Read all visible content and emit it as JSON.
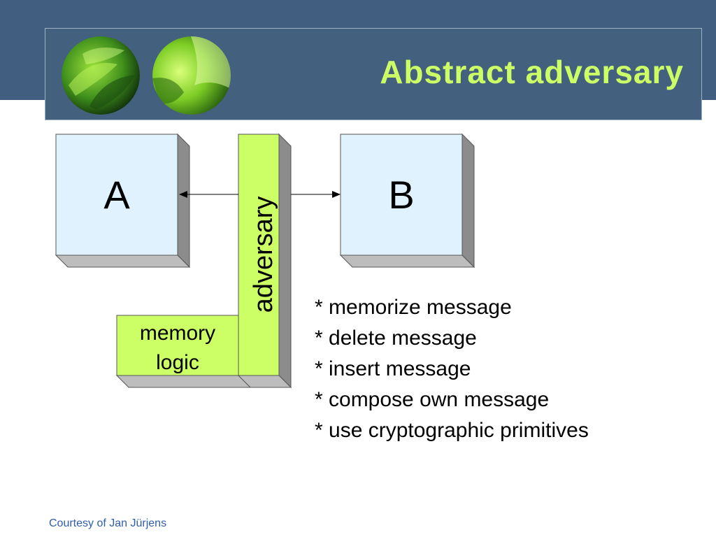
{
  "slide": {
    "title": "Abstract adversary"
  },
  "diagram": {
    "box_a": "A",
    "box_b": "B",
    "adversary": "adversary",
    "memory_line1": "memory",
    "memory_line2": "logic"
  },
  "capabilities": [
    "* memorize message",
    "* delete message",
    "* insert message",
    "* compose own message",
    "* use cryptographic primitives"
  ],
  "footer": {
    "credit": "Courtesy of Jan Jürjens"
  },
  "colors": {
    "header_bg": "#415d80",
    "title": "#ccff66",
    "party_box": "#e0f2fd",
    "adversary_box": "#ccff66",
    "box_side": "#8c8c8c",
    "credit": "#2f5dab"
  }
}
